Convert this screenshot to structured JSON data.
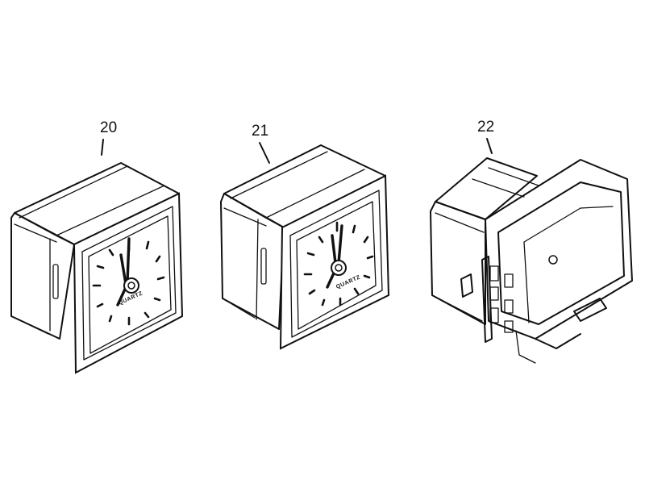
{
  "figure": {
    "items": [
      {
        "label": "20",
        "dial_text": "QUARTZ"
      },
      {
        "label": "21",
        "dial_text": "QUARTZ"
      },
      {
        "label": "22"
      }
    ]
  }
}
